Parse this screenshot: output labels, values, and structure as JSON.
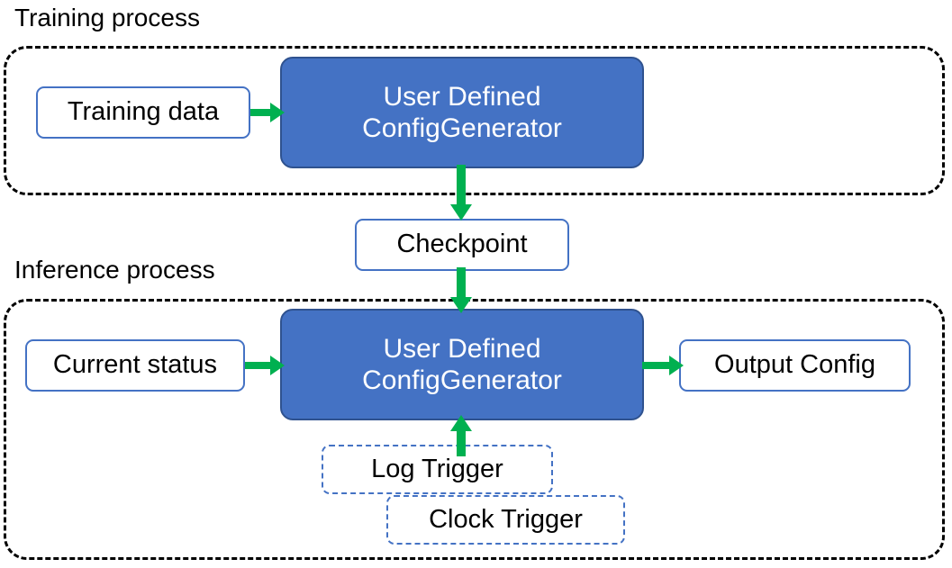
{
  "diagram": {
    "title": "Training process / Inference process flow",
    "colors": {
      "accent_blue_fill": "#4472C4",
      "accent_blue_border": "#2F528F",
      "outline_blue": "#4472C4",
      "arrow_green": "#00B050",
      "group_border": "#000000",
      "background": "#ffffff",
      "text_dark": "#000000",
      "text_light": "#ffffff"
    }
  },
  "sections": [
    {
      "id": "training",
      "title": "Training process"
    },
    {
      "id": "inference",
      "title": "Inference process"
    }
  ],
  "nodes": {
    "training_data": {
      "label": "Training data",
      "style": "outline"
    },
    "training_generator": {
      "label_line1": "User Defined",
      "label_line2": "ConfigGenerator",
      "style": "filled"
    },
    "checkpoint": {
      "label": "Checkpoint",
      "style": "outline"
    },
    "current_status": {
      "label": "Current status",
      "style": "outline"
    },
    "inference_generator": {
      "label_line1": "User Defined",
      "label_line2": "ConfigGenerator",
      "style": "filled"
    },
    "output_config": {
      "label": "Output Config",
      "style": "outline"
    },
    "log_trigger": {
      "label": "Log Trigger",
      "style": "dashed"
    },
    "clock_trigger": {
      "label": "Clock Trigger",
      "style": "dashed"
    }
  },
  "edges": [
    {
      "id": "training-data-to-generator",
      "from": "training_data",
      "to": "training_generator",
      "direction": "right"
    },
    {
      "id": "generator-to-checkpoint",
      "from": "training_generator",
      "to": "checkpoint",
      "direction": "down"
    },
    {
      "id": "checkpoint-to-inference-generator",
      "from": "checkpoint",
      "to": "inference_generator",
      "direction": "down"
    },
    {
      "id": "current-status-to-generator",
      "from": "current_status",
      "to": "inference_generator",
      "direction": "right"
    },
    {
      "id": "generator-to-output-config",
      "from": "inference_generator",
      "to": "output_config",
      "direction": "right"
    },
    {
      "id": "triggers-to-generator",
      "from": "log_trigger",
      "to": "inference_generator",
      "direction": "up"
    }
  ]
}
